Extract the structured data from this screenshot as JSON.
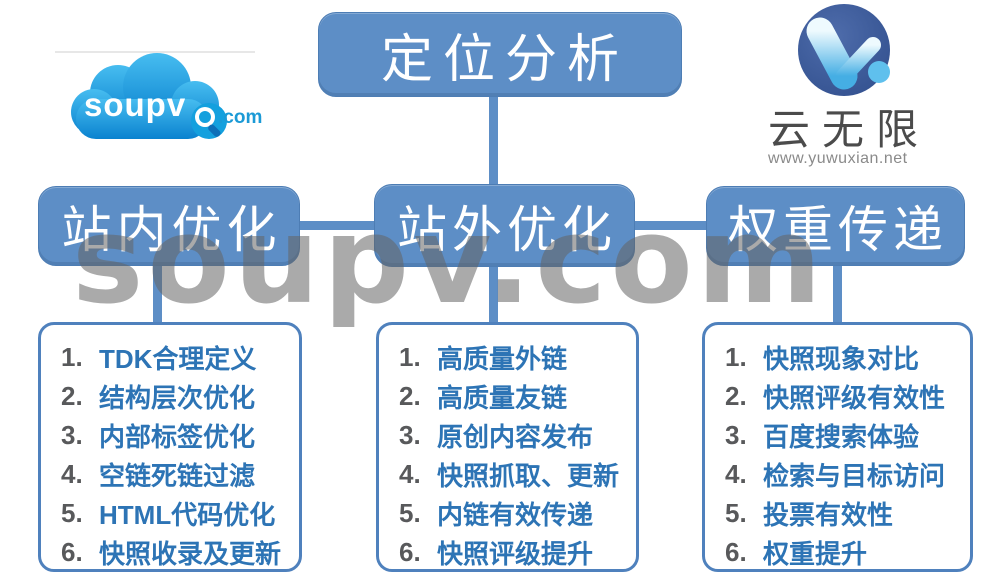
{
  "root": {
    "title": "定位分析"
  },
  "watermark": {
    "text": "soupv.com",
    "color": "#a8a8a8"
  },
  "logos": {
    "soupv": {
      "word": "soupv",
      "tld": ".com"
    },
    "yuwuxian": {
      "name": "云无限",
      "url": "www.yuwuxian.net"
    }
  },
  "branches": [
    {
      "label": "站内优化",
      "items": [
        {
          "num": "1.",
          "text": "TDK合理定义"
        },
        {
          "num": "2.",
          "text": "结构层次优化"
        },
        {
          "num": "3.",
          "text": "内部标签优化"
        },
        {
          "num": "4.",
          "text": "空链死链过滤"
        },
        {
          "num": "5.",
          "text": "HTML代码优化"
        },
        {
          "num": "6.",
          "text": "快照收录及更新"
        }
      ]
    },
    {
      "label": "站外优化",
      "items": [
        {
          "num": "1.",
          "text": "高质量外链"
        },
        {
          "num": "2.",
          "text": "高质量友链"
        },
        {
          "num": "3.",
          "text": "原创内容发布"
        },
        {
          "num": "4.",
          "text": "快照抓取、更新"
        },
        {
          "num": "5.",
          "text": "内链有效传递"
        },
        {
          "num": "6.",
          "text": "快照评级提升"
        }
      ]
    },
    {
      "label": "权重传递",
      "items": [
        {
          "num": "1.",
          "text": "快照现象对比"
        },
        {
          "num": "2.",
          "text": "快照评级有效性"
        },
        {
          "num": "3.",
          "text": "百度搜索体验"
        },
        {
          "num": "4.",
          "text": "检索与目标访问"
        },
        {
          "num": "5.",
          "text": "投票有效性"
        },
        {
          "num": "6.",
          "text": "权重提升"
        }
      ]
    }
  ],
  "colors": {
    "node_blue": "#5d8ec6",
    "panel_border": "#4f81bd",
    "item_text": "#2d74b5",
    "item_number": "#58595b",
    "cloud_blue": "#1b9ad6",
    "logo_navy": "#3a5795"
  }
}
